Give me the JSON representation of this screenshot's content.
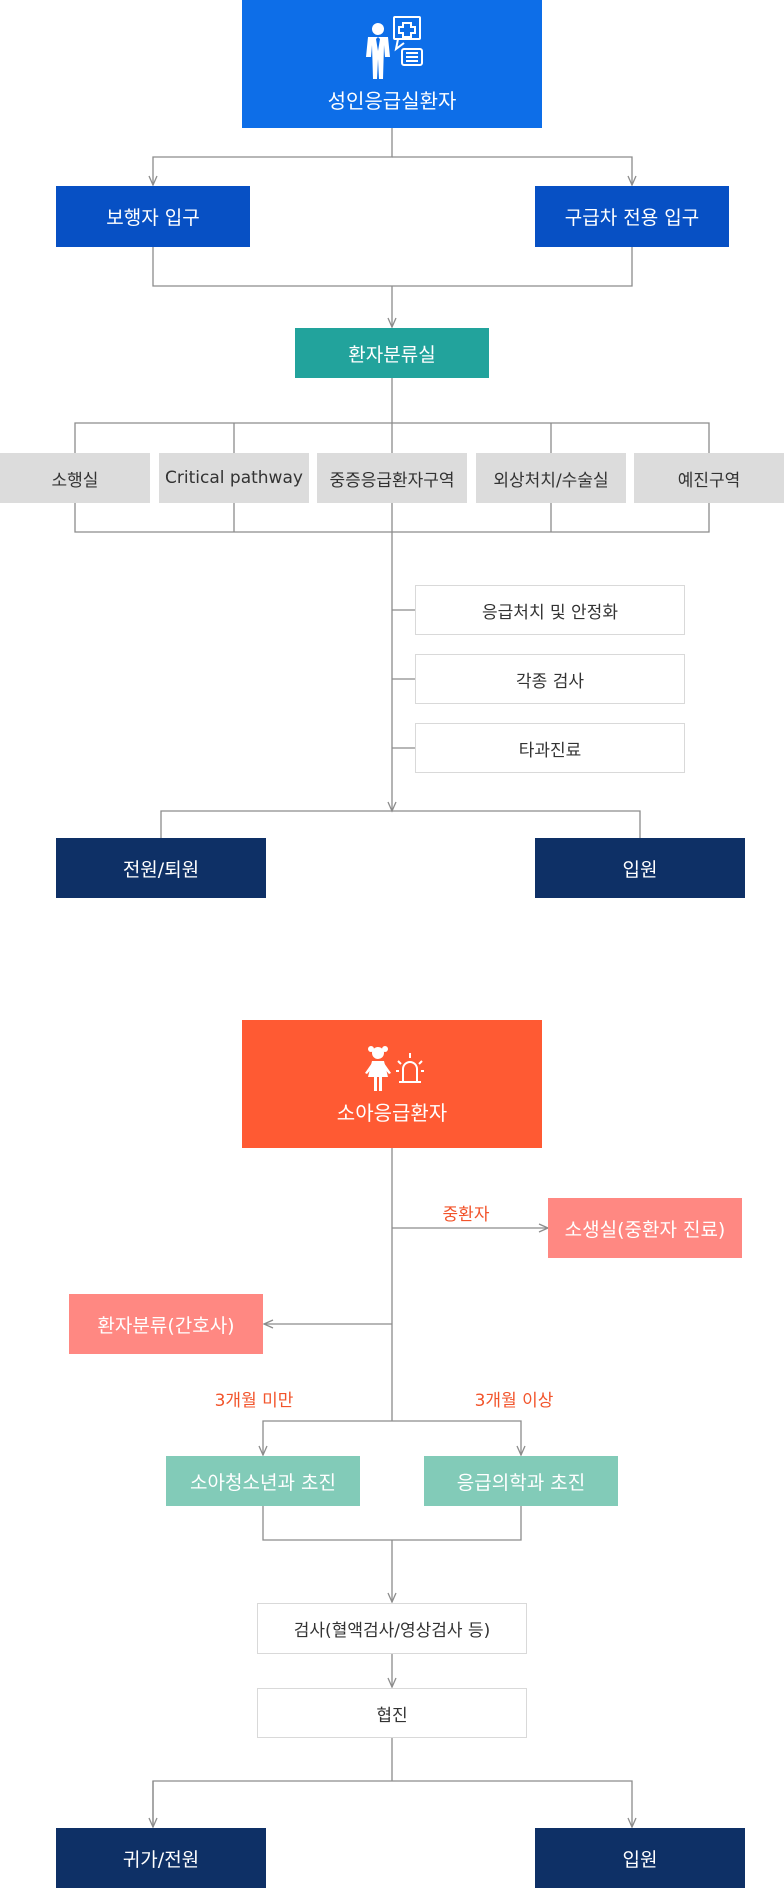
{
  "colors": {
    "adult_header": "#0d6ee8",
    "adult_entry": "#0750c4",
    "triage": "#22a39c",
    "navy": "#0e3066",
    "child_header": "#ff5a33",
    "salmon": "#ff8882",
    "mint": "#82cbb8",
    "accent_text": "#f2542b",
    "line": "#8c8c8c"
  },
  "adult": {
    "header": {
      "title": "성인응급실환자",
      "icon": "doctor-cross-icon"
    },
    "entries": [
      "보행자 입구",
      "구급차 전용 입구"
    ],
    "triage": "환자분류실",
    "zones": [
      "소행실",
      "Critical pathway",
      "중증응급환자구역",
      "외상처치/수술실",
      "예진구역"
    ],
    "steps": [
      "응급처치 및 안정화",
      "각종 검사",
      "타과진료"
    ],
    "outcomes": [
      "전원/퇴원",
      "입원"
    ]
  },
  "child": {
    "header": {
      "title": "소아응급환자",
      "icon": "child-siren-icon"
    },
    "severe_label": "중환자",
    "severe_box": "소생실(중환자 진료)",
    "triage": "환자분류(간호사)",
    "under_label": "3개월 미만",
    "over_label": "3개월 이상",
    "branches": [
      "소아청소년과 초진",
      "응급의학과 초진"
    ],
    "exam": "검사(혈액검사/영상검사 등)",
    "consult": "협진",
    "outcomes": [
      "귀가/전원",
      "입원"
    ]
  }
}
